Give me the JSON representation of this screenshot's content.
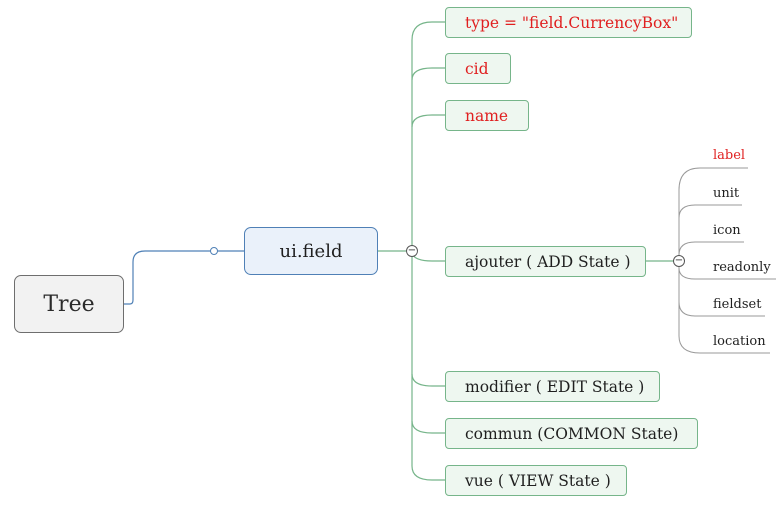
{
  "root": {
    "label": "Tree"
  },
  "main": {
    "label": "ui.field"
  },
  "children": [
    {
      "label": "type = \"field.CurrencyBox\"",
      "color": "#e02020"
    },
    {
      "label": "cid",
      "color": "#e02020"
    },
    {
      "label": "name",
      "color": "#e02020"
    },
    {
      "label": "ajouter ( ADD State )",
      "color": "#1f1f1f"
    },
    {
      "label": "modifier ( EDIT State )",
      "color": "#1f1f1f"
    },
    {
      "label": "commun (COMMON State)",
      "color": "#1f1f1f"
    },
    {
      "label": "vue ( VIEW State )",
      "color": "#1f1f1f"
    }
  ],
  "ajouter_children": [
    {
      "label": "label",
      "color": "#e02020"
    },
    {
      "label": "unit",
      "color": "#1f1f1f"
    },
    {
      "label": "icon",
      "color": "#1f1f1f"
    },
    {
      "label": "readonly",
      "color": "#1f1f1f"
    },
    {
      "label": "fieldset",
      "color": "#1f1f1f"
    },
    {
      "label": "location",
      "color": "#1f1f1f"
    }
  ],
  "toggles": {
    "collapse_symbol": "−"
  },
  "colors": {
    "root_border": "#6e6e6e",
    "main_border": "#4f80b6",
    "main_connector": "#4f80b6",
    "child_connector": "#76b58a",
    "leaf_connector": "#999999",
    "highlight_text": "#e02020"
  }
}
